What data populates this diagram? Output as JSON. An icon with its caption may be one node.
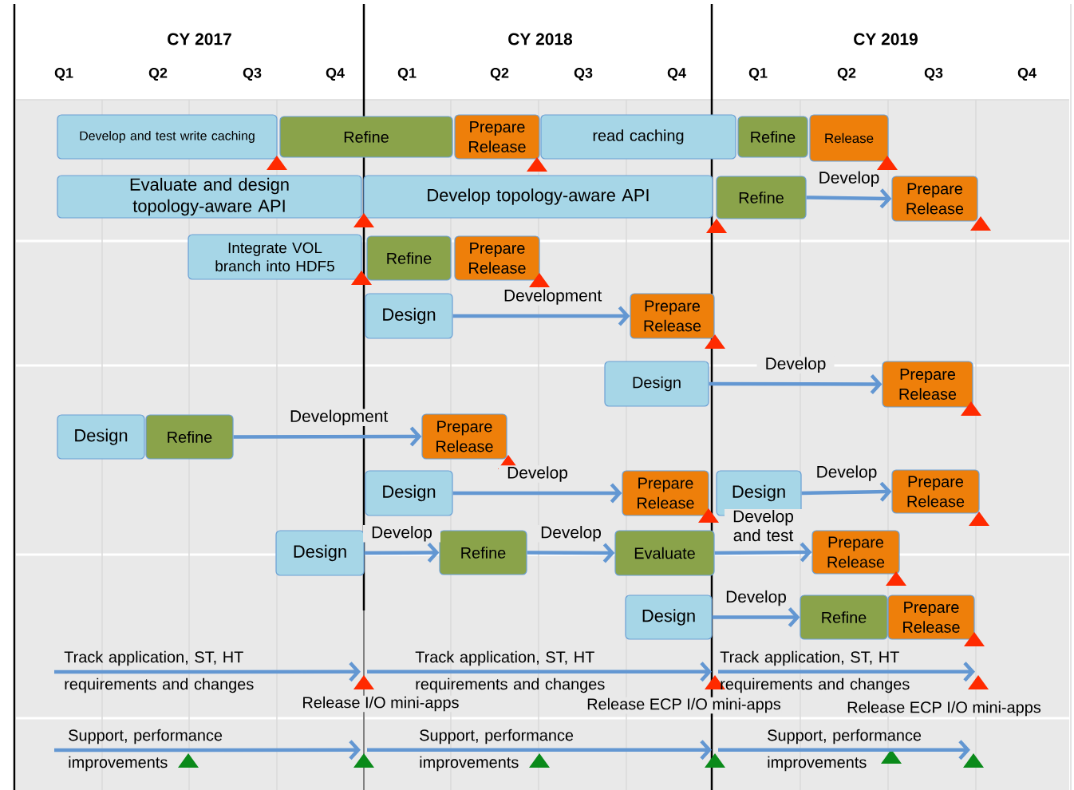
{
  "diagram": {
    "nodes": [
      {
        "text": [
          "Develop and test write caching"
        ]
      },
      {
        "text": [
          "Refine"
        ]
      },
      {
        "text": [
          "Prepare Release"
        ]
      },
      {
        "text": [
          "read caching"
        ]
      },
      {
        "text": [
          "Refine"
        ]
      },
      {
        "text": [
          "Release"
        ]
      },
      {
        "text": [
          "Evaluate and design topology-aware API"
        ]
      },
      {
        "text": [
          "Develop topology-aware API"
        ]
      },
      {
        "text": [
          "Refine"
        ]
      },
      {
        "text": [
          "Prepare Release"
        ]
      },
      {
        "text": [
          "Integrate VOL branch into HDF5"
        ]
      },
      {
        "text": [
          "Refine"
        ]
      },
      {
        "text": [
          "Prepare Release"
        ]
      },
      {
        "text": [
          "Design"
        ]
      },
      {
        "text": [
          "Prepare Release"
        ]
      },
      {
        "text": [
          "Design"
        ]
      },
      {
        "text": [
          "Prepare Release"
        ]
      },
      {
        "text": [
          "Design"
        ]
      },
      {
        "text": [
          "Refine"
        ]
      },
      {
        "text": [
          "Prepare Release"
        ]
      },
      {
        "text": [
          "Design"
        ]
      },
      {
        "text": [
          "Prepare Release"
        ]
      },
      {
        "text": [
          "Design"
        ]
      },
      {
        "text": [
          "Prepare Release"
        ]
      },
      {
        "text": [
          "Design"
        ]
      },
      {
        "text": [
          "Refine"
        ]
      },
      {
        "text": [
          "Evaluate"
        ]
      },
      {
        "text": [
          "Prepare Release"
        ]
      },
      {
        "text": [
          "Design"
        ]
      },
      {
        "text": [
          "Refine"
        ]
      },
      {
        "text": [
          "Prepare Release"
        ]
      },
      {
        "text": [],
        "shape": "triangle"
      },
      {
        "text": [],
        "shape": "triangle"
      },
      {
        "text": [],
        "shape": "triangle"
      },
      {
        "text": [],
        "shape": "triangle"
      },
      {
        "text": [],
        "shape": "triangle"
      },
      {
        "text": [],
        "shape": "triangle"
      },
      {
        "text": [],
        "shape": "triangle"
      },
      {
        "text": [],
        "shape": "triangle"
      },
      {
        "text": [],
        "shape": "triangle"
      },
      {
        "text": [],
        "shape": "triangle"
      },
      {
        "text": [],
        "shape": "triangle"
      },
      {
        "text": [],
        "shape": "triangle"
      },
      {
        "text": [],
        "shape": "triangle"
      },
      {
        "text": [],
        "shape": "triangle"
      },
      {
        "text": [],
        "shape": "triangle"
      },
      {
        "text": [],
        "shape": "triangle"
      },
      {
        "text": [],
        "shape": "triangle"
      },
      {
        "text": [],
        "shape": "triangle"
      },
      {
        "text": [],
        "shape": "triangle"
      },
      {
        "text": [],
        "shape": "triangle"
      },
      {
        "text": [],
        "shape": "triangle"
      },
      {
        "text": [],
        "shape": "triangle"
      },
      {
        "text": [],
        "shape": "triangle"
      },
      {
        "text": [],
        "shape": "triangle"
      }
    ],
    "edges": [
      {
        "from": 8,
        "to": 9,
        "arrow": "to",
        "label": "Develop"
      },
      {
        "from": 13,
        "to": 14,
        "arrow": "to",
        "label": "Development"
      },
      {
        "from": 15,
        "to": 16,
        "arrow": "to",
        "label": "Develop"
      },
      {
        "from": 18,
        "to": 19,
        "arrow": "to",
        "label": "Development"
      },
      {
        "from": 20,
        "to": 21,
        "arrow": "to",
        "label": "Develop"
      },
      {
        "from": 22,
        "to": 23,
        "arrow": "to",
        "label": "Develop"
      },
      {
        "from": 24,
        "to": 25,
        "arrow": "to",
        "label": "Develop"
      },
      {
        "from": 25,
        "to": 26,
        "arrow": "to",
        "label": "Develop"
      },
      {
        "from": 26,
        "to": 27,
        "arrow": "to",
        "label": "Develop and test"
      },
      {
        "from": 28,
        "to": 29,
        "arrow": "to",
        "label": "Develop"
      },
      {
        "from": null,
        "to": 46,
        "arrow": "to"
      },
      {
        "from": 46,
        "to": 47,
        "arrow": "to"
      },
      {
        "from": 47,
        "to": 48,
        "arrow": "to"
      },
      {
        "from": null,
        "to": 50,
        "arrow": "to"
      },
      {
        "from": 50,
        "to": 52,
        "arrow": "to"
      },
      {
        "from": 52,
        "to": 54,
        "arrow": "to"
      }
    ],
    "labels": [
      "CY 2017",
      "CY 2018",
      "CY 2019",
      "Q1",
      "Q2",
      "Q3",
      "Q4",
      "Q1",
      "Q2",
      "Q3",
      "Q4",
      "Q1",
      "Q2",
      "Q3",
      "Q4",
      "Track application, ST, HT requirements and changes",
      "Track application, ST, HT requirements and changes",
      "Track application, ST, HT requirements and changes",
      "Release I/O mini-apps",
      "Release ECP I/O mini-apps",
      "Release ECP I/O mini-apps",
      "Support, performance improvements",
      "Support, performance improvements",
      "Support, performance improvements"
    ]
  }
}
